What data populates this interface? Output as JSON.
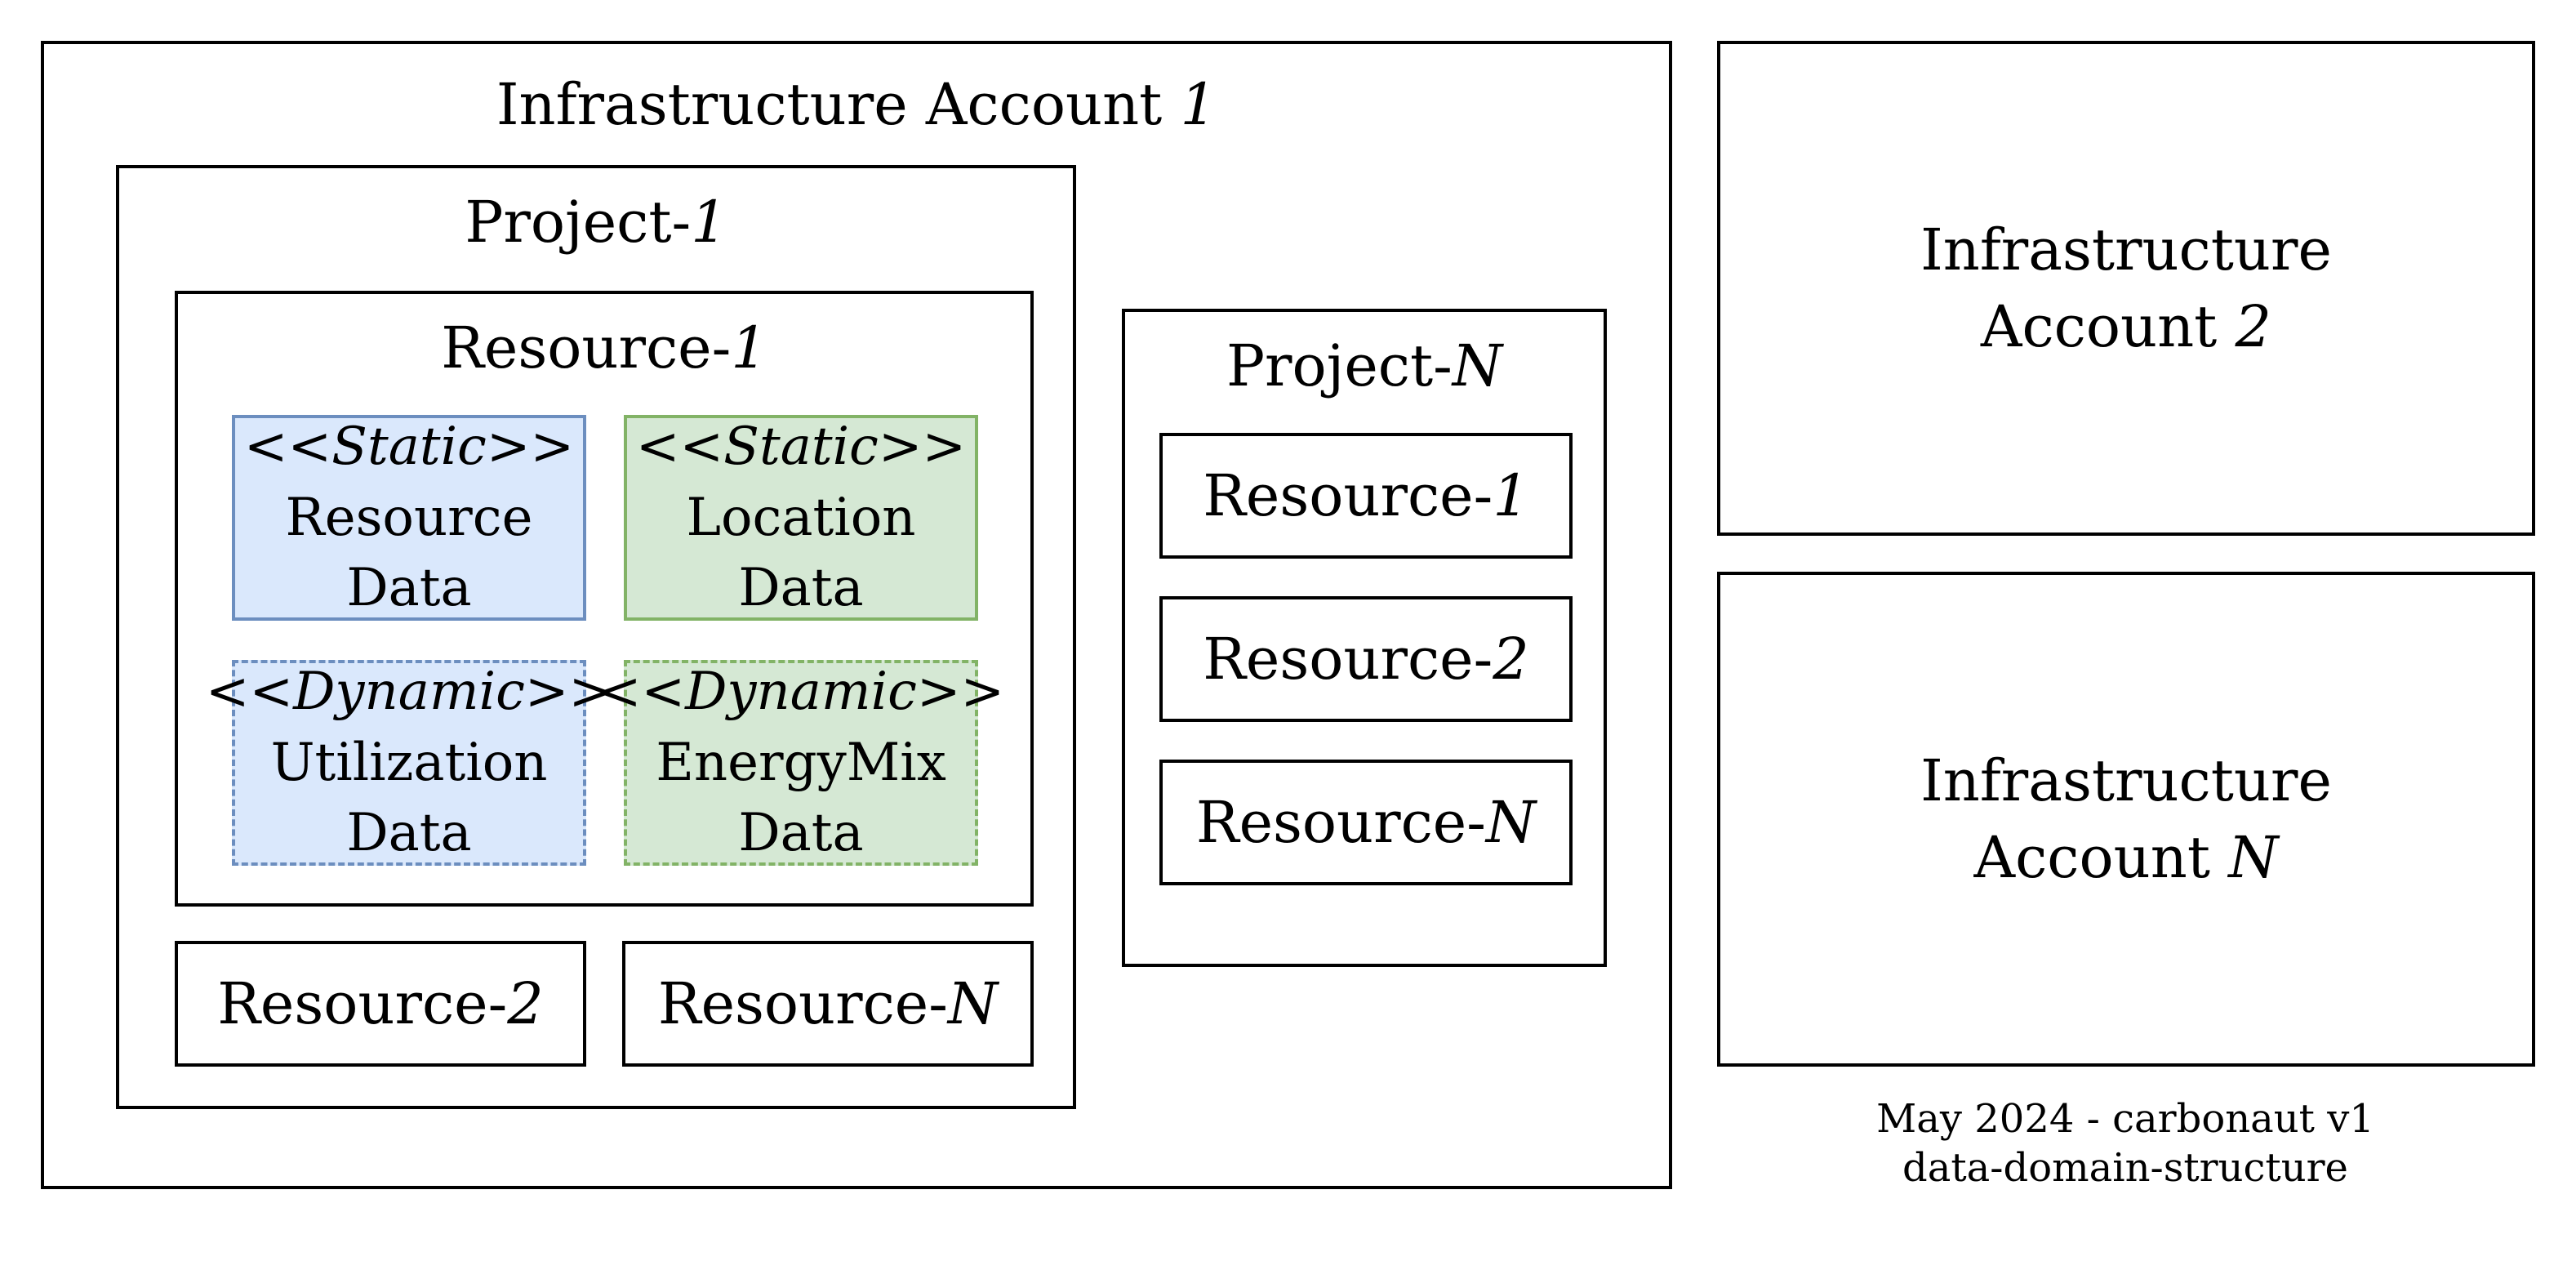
{
  "account1": {
    "title_prefix": "Infrastructure Account ",
    "title_index": "1"
  },
  "project1": {
    "title_prefix": "Project-",
    "title_index": "1",
    "resource1": {
      "title_prefix": "Resource-",
      "title_index": "1",
      "static_resource": {
        "stereotype": "<<Static>>",
        "line1": "Resource",
        "line2": "Data"
      },
      "static_location": {
        "stereotype": "<<Static>>",
        "line1": "Location Data"
      },
      "dynamic_utilization": {
        "stereotype": "<<Dynamic>>",
        "line1": "Utilization",
        "line2": "Data"
      },
      "dynamic_energymix": {
        "stereotype": "<<Dynamic>>",
        "line1": "EnergyMix",
        "line2": "Data"
      }
    },
    "resource2": {
      "prefix": "Resource-",
      "index": "2"
    },
    "resourceN": {
      "prefix": "Resource-",
      "index": "N"
    }
  },
  "projectN": {
    "title_prefix": "Project-",
    "title_index": "N",
    "resources": [
      {
        "prefix": "Resource-",
        "index": "1"
      },
      {
        "prefix": "Resource-",
        "index": "2"
      },
      {
        "prefix": "Resource-",
        "index": "N"
      }
    ]
  },
  "account2": {
    "line1": "Infrastructure",
    "line2_prefix": "Account ",
    "line2_index": "2"
  },
  "accountN": {
    "line1": "Infrastructure",
    "line2_prefix": "Account ",
    "line2_index": "N"
  },
  "footer": {
    "line1": "May 2024 - carbonaut v1",
    "line2": "data-domain-structure"
  }
}
